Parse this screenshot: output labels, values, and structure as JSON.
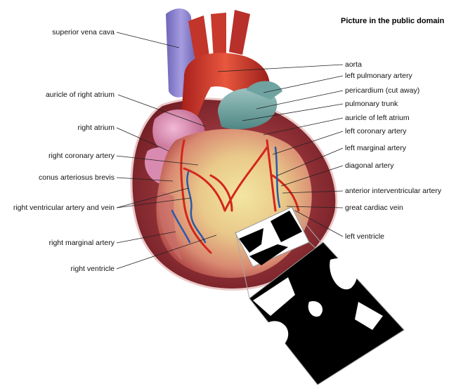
{
  "credit": "Picture in the public domain",
  "labels_left": {
    "superior_vena_cava": "superior vena cava",
    "auricle_of_right_atrium": "auricle of right atrium",
    "right_atrium": "right atrium",
    "right_coronary_artery": "right coronary artery",
    "conus_arteriosus_brevis": "conus arteriosus brevis",
    "right_ventricular_artery_and_vein": "right ventricular artery and vein",
    "right_marginal_artery": "right marginal artery",
    "right_ventricle": "right ventricle"
  },
  "labels_right": {
    "aorta": "aorta",
    "left_pulmonary_artery": "left pulmonary artery",
    "pericardium": "pericardium (cut away)",
    "pulmonary_trunk": "pulmonary trunk",
    "auricle_of_left_atrium": "auricle of left atrium",
    "left_coronary_artery": "left coronary artery",
    "left_marginal_artery": "left marginal artery",
    "diagonal_artery": "diagonal artery",
    "anterior_interventricular_artery": "anterior interventricular artery",
    "great_cardiac_vein": "great cardiac vein",
    "left_ventricle": "left ventricle"
  }
}
